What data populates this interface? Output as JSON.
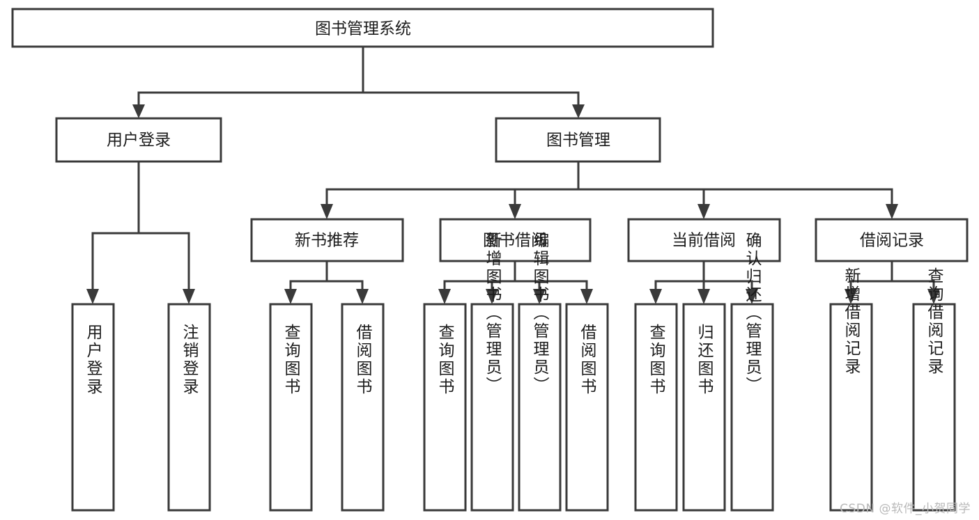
{
  "diagram": {
    "type": "tree-hierarchy-chart",
    "title": "图书管理系统",
    "watermark": "CSDN @软件_小贺同学",
    "colors": {
      "stroke": "#3a3a3a",
      "fill": "#ffffff",
      "text": "#1b1b1b",
      "watermark": "#b9b9b9"
    },
    "levels": {
      "root": {
        "label": "图书管理系统"
      },
      "level2": [
        {
          "id": "user-login",
          "label": "用户登录"
        },
        {
          "id": "book-management",
          "label": "图书管理"
        }
      ],
      "level3": [
        {
          "id": "new-book-recommend",
          "label": "新书推荐",
          "parent": "book-management"
        },
        {
          "id": "book-borrow",
          "label": "图书借阅",
          "parent": "book-management"
        },
        {
          "id": "current-borrow",
          "label": "当前借阅",
          "parent": "book-management"
        },
        {
          "id": "borrow-record",
          "label": "借阅记录",
          "parent": "book-management"
        }
      ],
      "leaves": [
        {
          "id": "leaf-user-login",
          "label": "用户登录",
          "parent": "user-login"
        },
        {
          "id": "leaf-logout-login",
          "label": "注销登录",
          "parent": "user-login"
        },
        {
          "id": "leaf-query-book-1",
          "label": "查询图书",
          "parent": "new-book-recommend"
        },
        {
          "id": "leaf-borrow-book-1",
          "label": "借阅图书",
          "parent": "new-book-recommend"
        },
        {
          "id": "leaf-query-book-2",
          "label": "查询图书",
          "parent": "book-borrow"
        },
        {
          "id": "leaf-add-book",
          "label": "新增图书（管理员）",
          "parent": "book-borrow"
        },
        {
          "id": "leaf-edit-book",
          "label": "编辑图书（管理员）",
          "parent": "book-borrow"
        },
        {
          "id": "leaf-borrow-book-2",
          "label": "借阅图书",
          "parent": "book-borrow"
        },
        {
          "id": "leaf-query-book-3",
          "label": "查询图书",
          "parent": "current-borrow"
        },
        {
          "id": "leaf-return-book",
          "label": "归还图书",
          "parent": "current-borrow"
        },
        {
          "id": "leaf-confirm-return",
          "label": "确认归还（管理员）",
          "parent": "current-borrow"
        },
        {
          "id": "leaf-add-record",
          "label": "新增借阅记录",
          "parent": "borrow-record"
        },
        {
          "id": "leaf-query-record",
          "label": "查询借阅记录",
          "parent": "borrow-record"
        }
      ]
    }
  }
}
